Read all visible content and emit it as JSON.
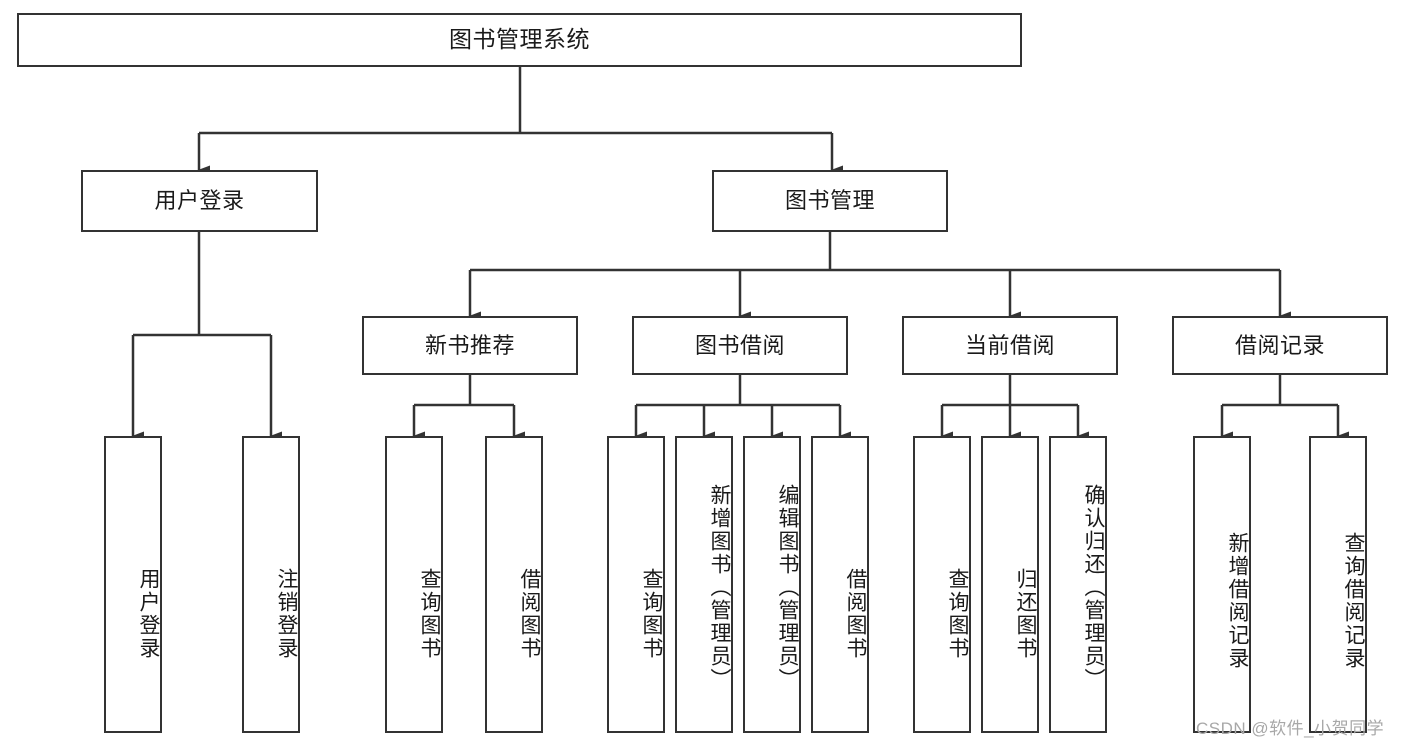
{
  "diagram": {
    "title": "图书管理系统",
    "watermark": "CSDN @软件_小贺同学",
    "colors": {
      "stroke": "#333333",
      "fill": "#ffffff",
      "text": "#1a1a1a",
      "watermark": "#a8a8a8"
    },
    "nodes": {
      "root": {
        "label": "图书管理系统"
      },
      "level2": [
        {
          "id": "user-login",
          "label": "用户登录"
        },
        {
          "id": "book-manage",
          "label": "图书管理"
        }
      ],
      "level3": [
        {
          "id": "new-book-recommend",
          "label": "新书推荐"
        },
        {
          "id": "book-borrow",
          "label": "图书借阅"
        },
        {
          "id": "current-borrow",
          "label": "当前借阅"
        },
        {
          "id": "borrow-record",
          "label": "借阅记录"
        }
      ],
      "leaves": {
        "user-login": [
          {
            "id": "leaf-user-login",
            "label": "用户登录"
          },
          {
            "id": "leaf-user-logout",
            "label": "注销登录"
          }
        ],
        "new-book-recommend": [
          {
            "id": "leaf-query-book-1",
            "label": "查询图书"
          },
          {
            "id": "leaf-borrow-book-1",
            "label": "借阅图书"
          }
        ],
        "book-borrow": [
          {
            "id": "leaf-query-book-2",
            "label": "查询图书"
          },
          {
            "id": "leaf-add-book",
            "label": "新增图书（管理员）"
          },
          {
            "id": "leaf-edit-book",
            "label": "编辑图书（管理员）"
          },
          {
            "id": "leaf-borrow-book-2",
            "label": "借阅图书"
          }
        ],
        "current-borrow": [
          {
            "id": "leaf-query-book-3",
            "label": "查询图书"
          },
          {
            "id": "leaf-return-book",
            "label": "归还图书"
          },
          {
            "id": "leaf-confirm-return",
            "label": "确认归还（管理员）"
          }
        ],
        "borrow-record": [
          {
            "id": "leaf-add-record",
            "label": "新增借阅记录"
          },
          {
            "id": "leaf-query-record",
            "label": "查询借阅记录"
          }
        ]
      }
    }
  }
}
